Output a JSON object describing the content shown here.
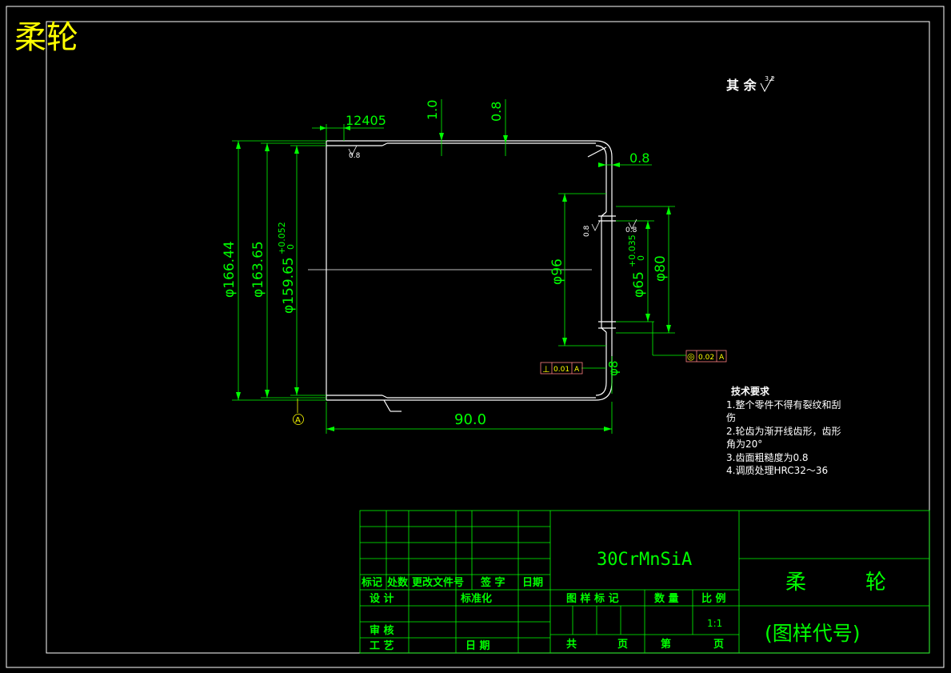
{
  "drawing_title": "柔轮",
  "surface_note": "其 余",
  "surface_symbol_value": "3.2",
  "dimensions": {
    "top_width": "12405",
    "thickness_top_1": "1.0",
    "thickness_top_2": "0.8",
    "right_thickness": "0.8",
    "dia_166": "φ166.44",
    "dia_163": "φ163.65",
    "dia_159": "φ159.65",
    "dia_159_tol_upper": "+0.052",
    "dia_159_tol_lower": "0",
    "dia_96": "φ96",
    "dia_65": "φ65",
    "dia_65_tol_upper": "+0.035",
    "dia_65_tol_lower": "0",
    "dia_80": "φ80",
    "dia_8": "φ8",
    "length_90": "90.0",
    "rough_08_a": "0.8",
    "rough_08_b": "0.8",
    "rough_08_c": "0.8",
    "datum_label": "A"
  },
  "tolerances": {
    "perpendicular": {
      "symbol": "⊥",
      "value": "0.01",
      "datum": "A"
    },
    "concentric": {
      "symbol": "◎",
      "value": "0.02",
      "datum": "A"
    }
  },
  "tech_requirements": {
    "heading": "技术要求",
    "lines": [
      "1.整个零件不得有裂纹和刮",
      "伤",
      "2.轮齿为渐开线齿形，齿形",
      "角为20°",
      "3.齿面粗糙度为0.8",
      "4.调质处理HRC32～36"
    ]
  },
  "title_block": {
    "material": "30CrMnSiA",
    "part_name_1": "柔",
    "part_name_2": "轮",
    "drawing_code": "(图样代号)",
    "headers": {
      "mark": "标记",
      "count": "处数",
      "change_doc": "更改文件号",
      "signature": "签 字",
      "date": "日期"
    },
    "design": "设 计",
    "standardize": "标准化",
    "review": "审 核",
    "process": "工 艺",
    "date2": "日 期",
    "drawing_mark": "图 样 标 记",
    "quantity": "数 量",
    "scale_label": "比 例",
    "scale_value": "1:1",
    "total": "共",
    "pages1": "页",
    "number": "第",
    "pages2": "页"
  },
  "colors": {
    "frame": "#ffffff",
    "geometry": "#ffffff",
    "dimension": "#00ff00",
    "tolerance_box": "#ff8080",
    "title": "#ffff00",
    "table": "#00ff00"
  }
}
